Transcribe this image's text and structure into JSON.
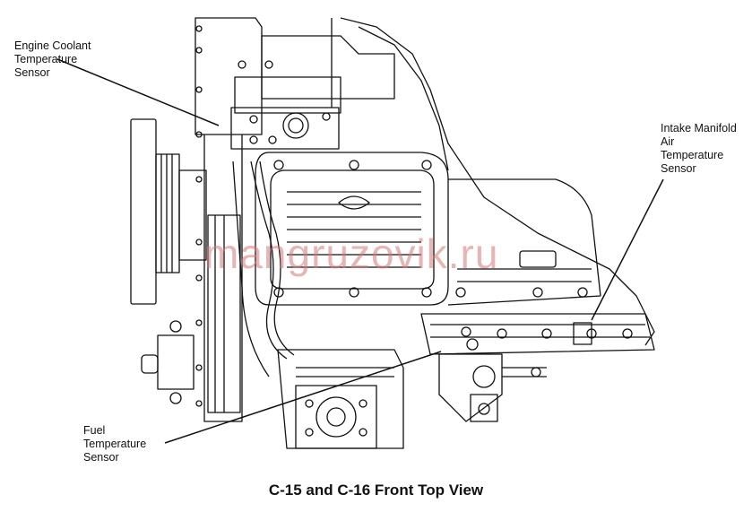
{
  "labels": {
    "coolant": [
      "Engine Coolant",
      "Temperature",
      "Sensor"
    ],
    "intake": [
      "Intake Manifold",
      "Air",
      "Temperature",
      "Sensor"
    ],
    "fuel": [
      "Fuel",
      "Temperature",
      "Sensor"
    ]
  },
  "caption": "C-15 and C-16 Front Top View",
  "watermark": "mangruzovik.ru",
  "colors": {
    "line": "#111111",
    "watermark": "#d67878"
  }
}
